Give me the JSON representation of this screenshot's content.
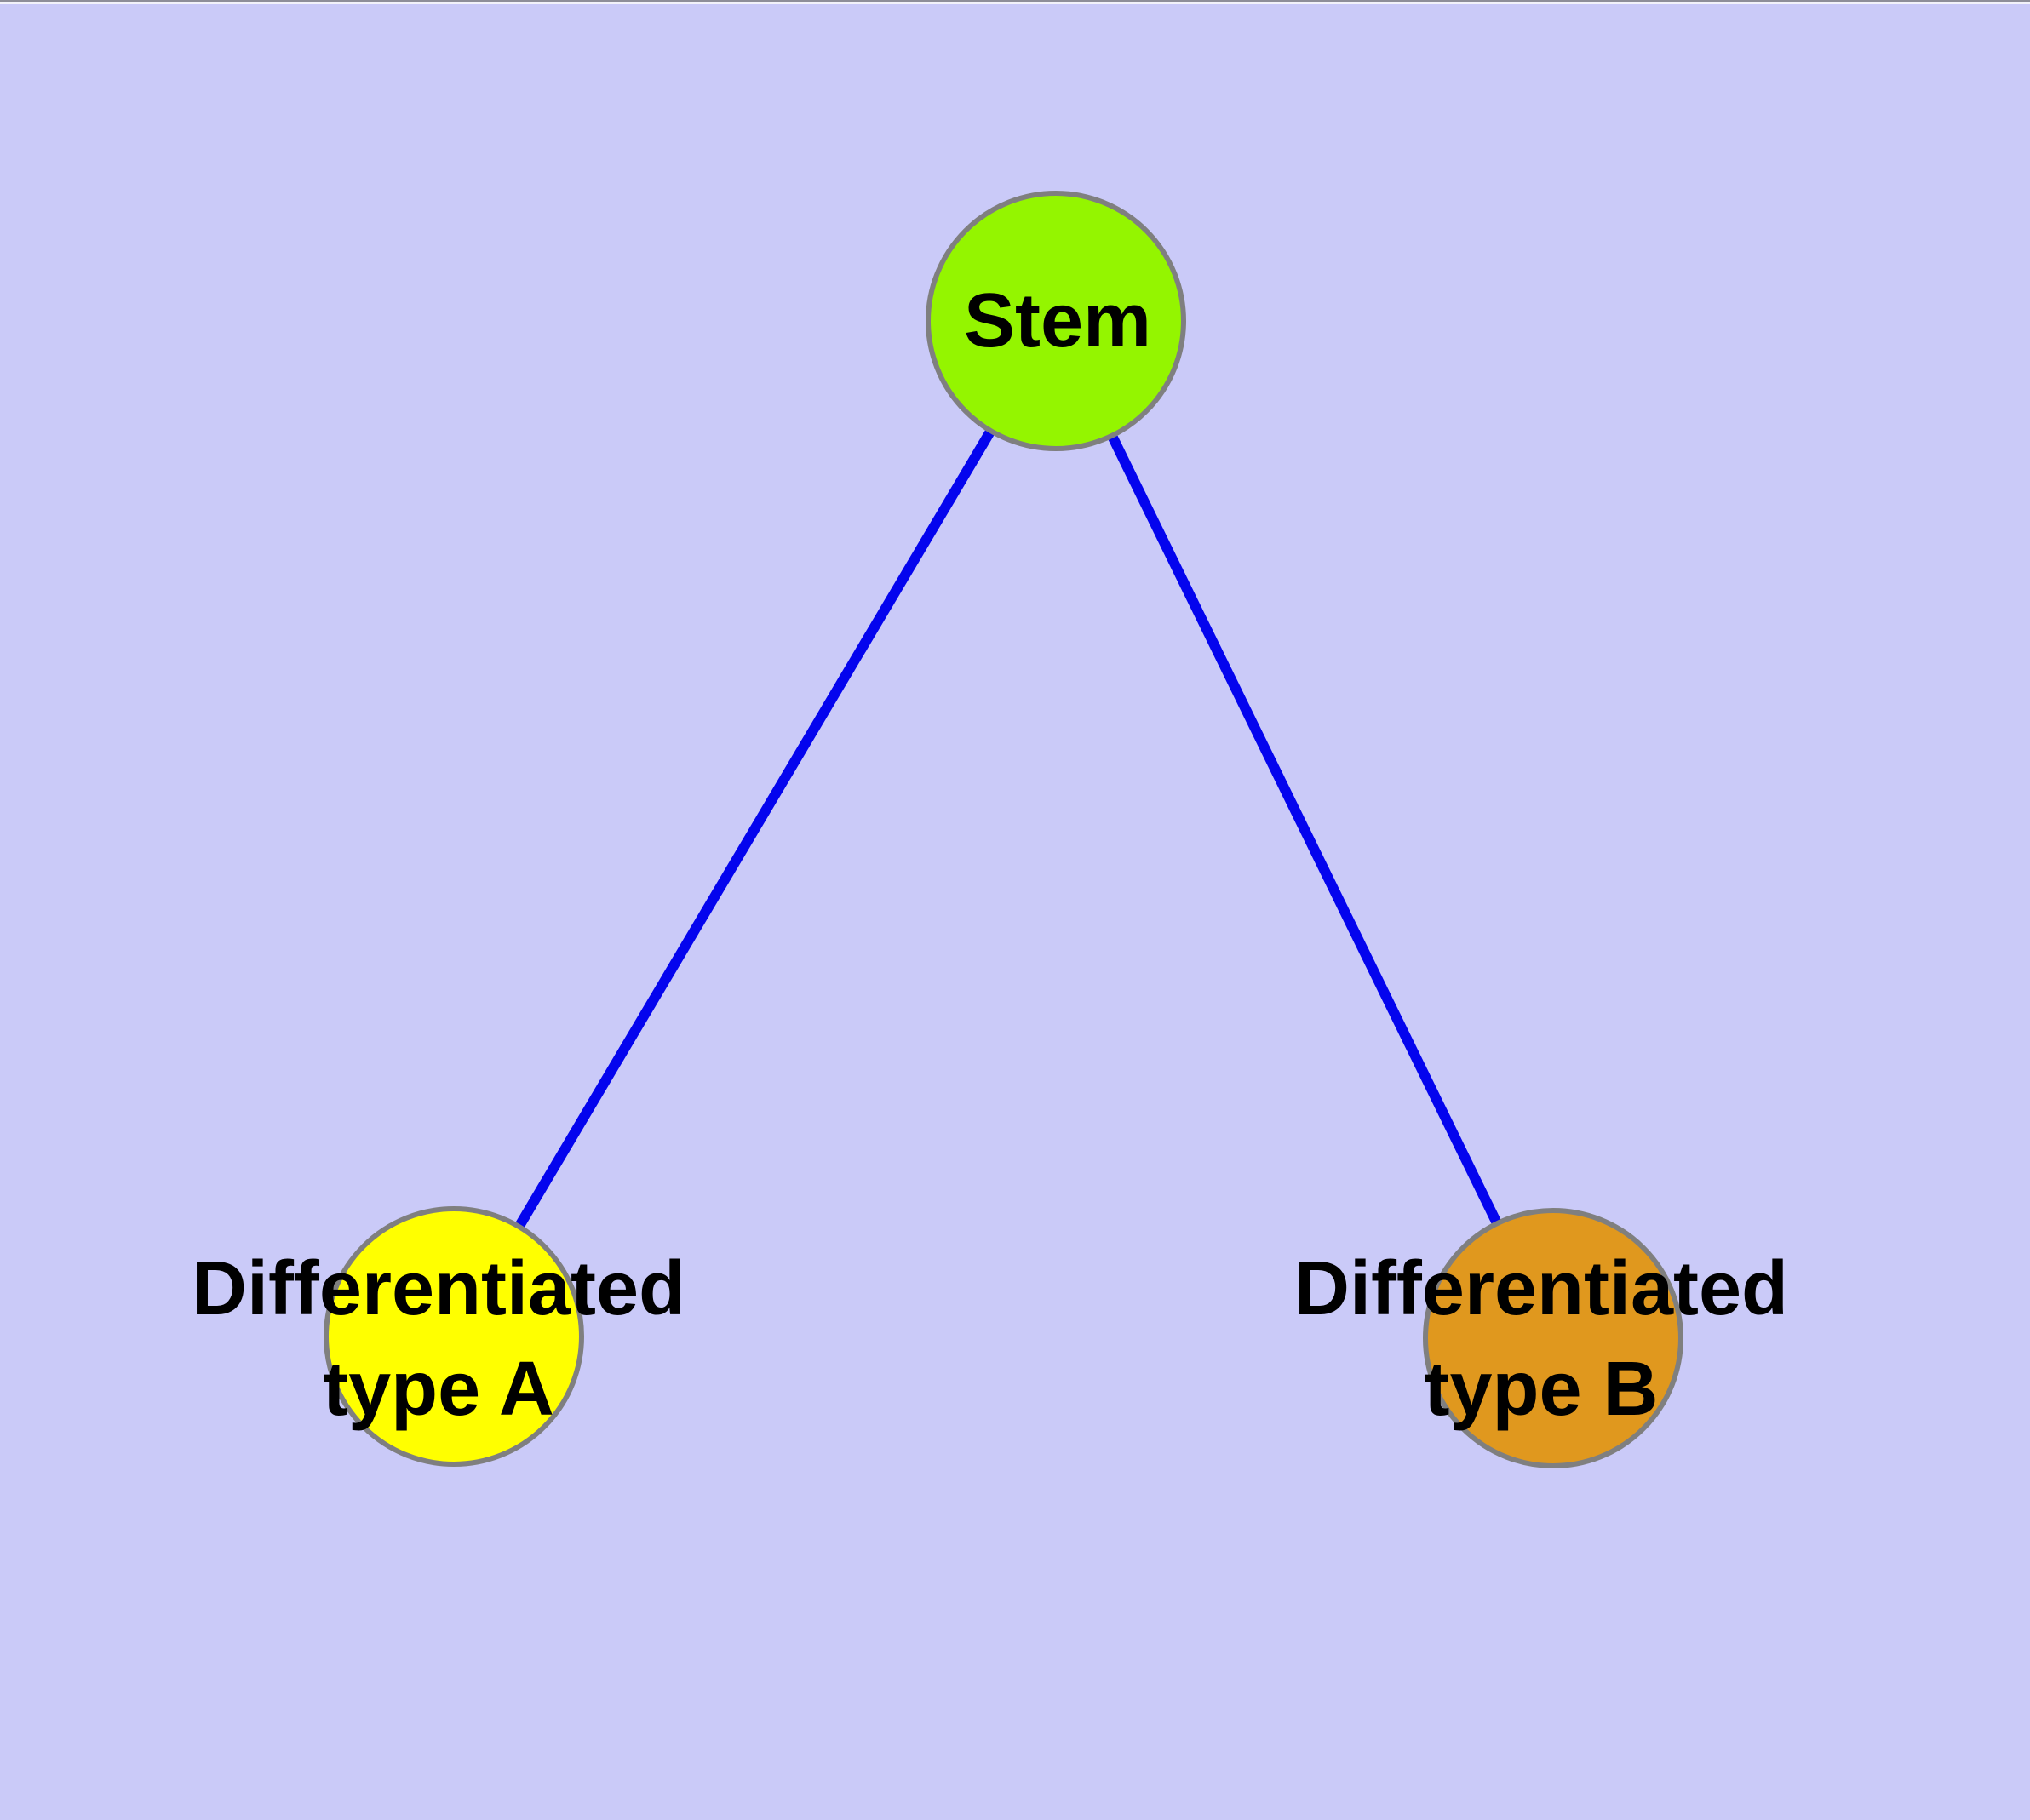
{
  "figure": {
    "kind": "node-link graph diagram",
    "background_color": "#CACAF8",
    "top_edge_artifact_color": "#F2F2FA"
  },
  "graph": {
    "edge_color": "#0404EE",
    "node_border_color": "#7F7F7F",
    "label_color": "#000000",
    "nodes": {
      "stem": {
        "id": "stem",
        "label": "Stem",
        "fill": "#94F500"
      },
      "type_a": {
        "id": "type_a",
        "label_line1": "Differentiated",
        "label_line2": "type A",
        "fill": "#FFFF00"
      },
      "type_b": {
        "id": "type_b",
        "label_line1": "Differentiated",
        "label_line2": "type B",
        "fill": "#E0981E"
      }
    },
    "edges": [
      {
        "from": "stem",
        "to": "type_a"
      },
      {
        "from": "stem",
        "to": "type_b"
      }
    ]
  }
}
